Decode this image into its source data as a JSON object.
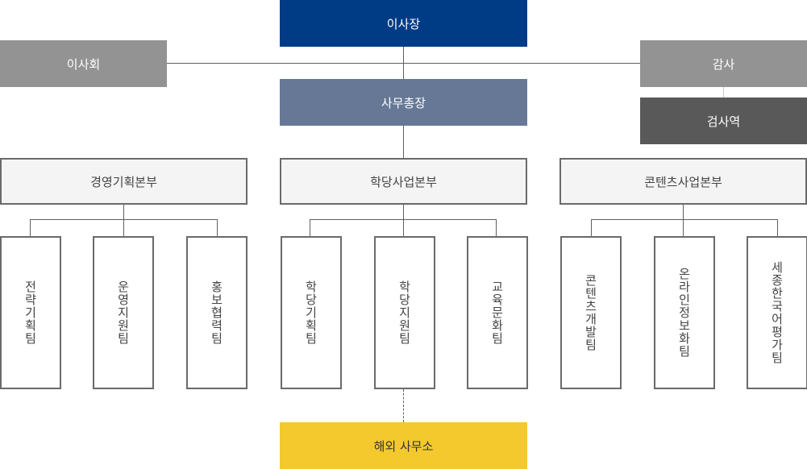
{
  "colors": {
    "chairman": "#003b85",
    "board": "#939393",
    "audit": "#939393",
    "inspector": "#595959",
    "secretary_general": "#667896",
    "overseas": "#f4c92e"
  },
  "top": {
    "chairman": "이사장",
    "board": "이사회",
    "audit": "감사",
    "inspector": "검사역",
    "secretary_general": "사무총장"
  },
  "divisions": [
    {
      "name": "경영기획본부",
      "teams": [
        "전략기획팀",
        "운영지원팀",
        "홍보협력팀"
      ]
    },
    {
      "name": "학당사업본부",
      "teams": [
        "학당기획팀",
        "학당지원팀",
        "교육문화팀"
      ]
    },
    {
      "name": "콘텐츠사업본부",
      "teams": [
        "콘텐츠개발팀",
        "온라인정보화팀",
        "세종한국어평가팀"
      ]
    }
  ],
  "overseas": "해외 사무소"
}
